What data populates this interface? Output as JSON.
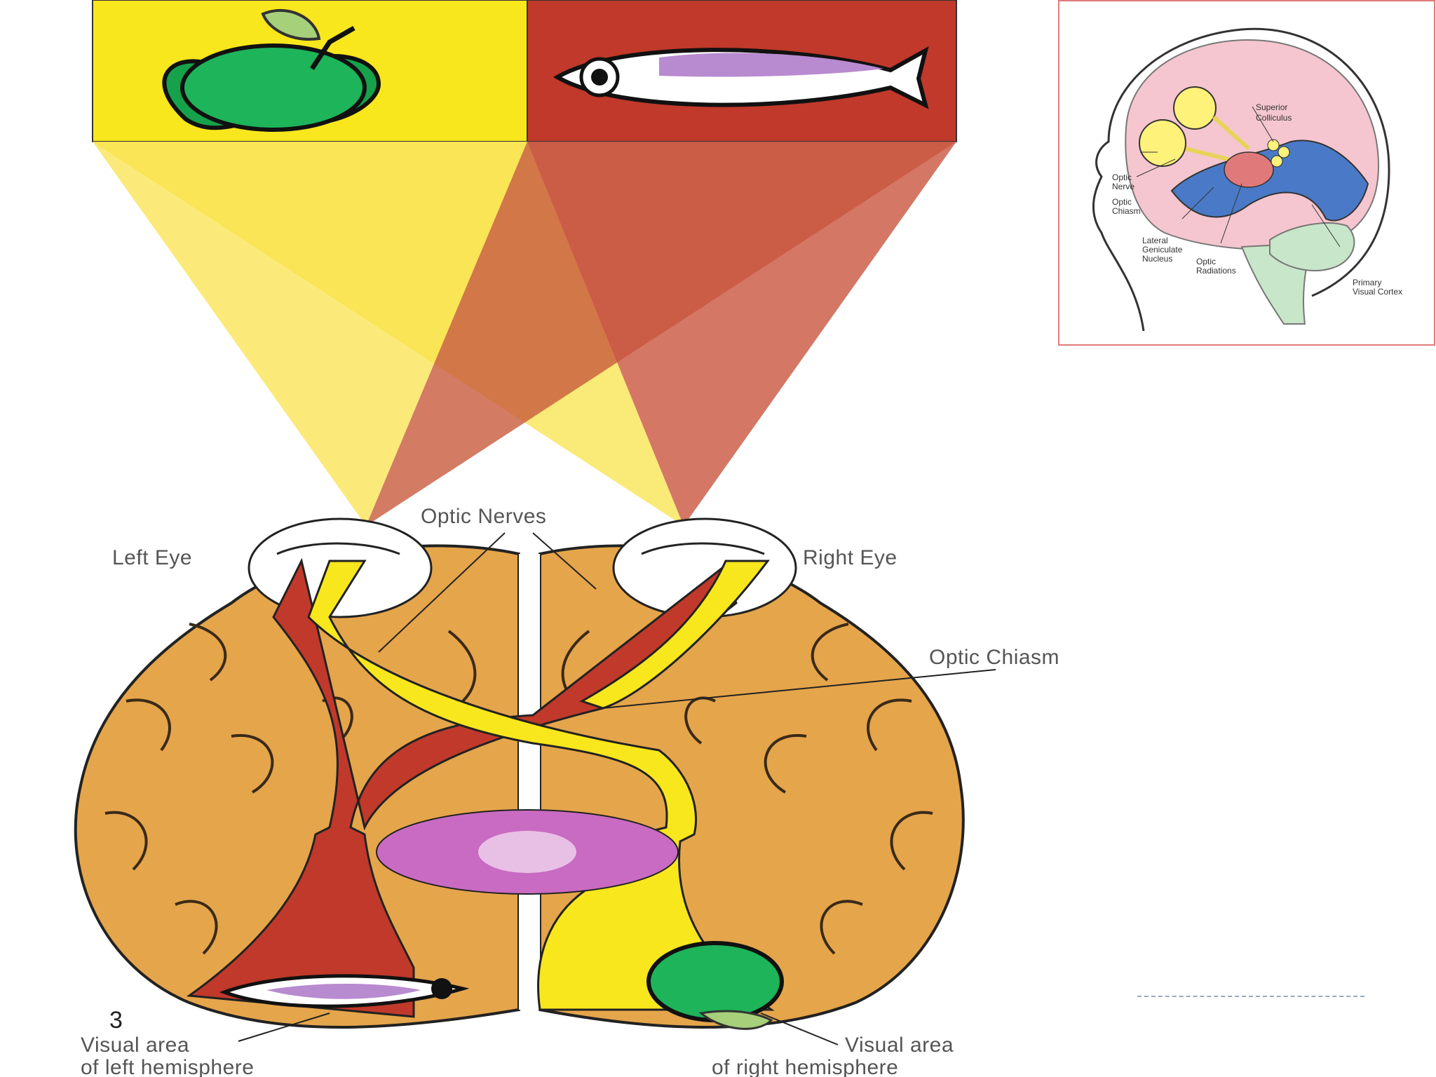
{
  "main_diagram": {
    "labels": {
      "optic_nerves": "Optic Nerves",
      "left_eye": "Left Eye",
      "right_eye": "Right Eye",
      "optic_chiasm": "Optic Chiasm",
      "visual_area_left_line1": "Visual area",
      "visual_area_left_line2": "of left hemisphere",
      "visual_area_right_line1": "Visual area",
      "visual_area_right_line2": "of right hemisphere"
    },
    "colors": {
      "left_field": "#f8e71c",
      "right_field": "#c0392b",
      "brain": "#e5a54b",
      "thalamus": "#c96bc2"
    },
    "icons": [
      "apple-icon",
      "fish-icon"
    ]
  },
  "inset_diagram": {
    "labels": {
      "superior_colliculus_1": "Superior",
      "superior_colliculus_2": "Colliculus",
      "optic_nerve_1": "Optic",
      "optic_nerve_2": "Nerve",
      "optic_chiasm_1": "Optic",
      "optic_chiasm_2": "Chiasm",
      "lgn_1": "Lateral",
      "lgn_2": "Geniculate",
      "lgn_3": "Nucleus",
      "optic_radiations_1": "Optic",
      "optic_radiations_2": "Radiations",
      "primary_visual_cortex_1": "Primary",
      "primary_visual_cortex_2": "Visual Cortex"
    }
  },
  "slide": {
    "page_number": "3"
  }
}
